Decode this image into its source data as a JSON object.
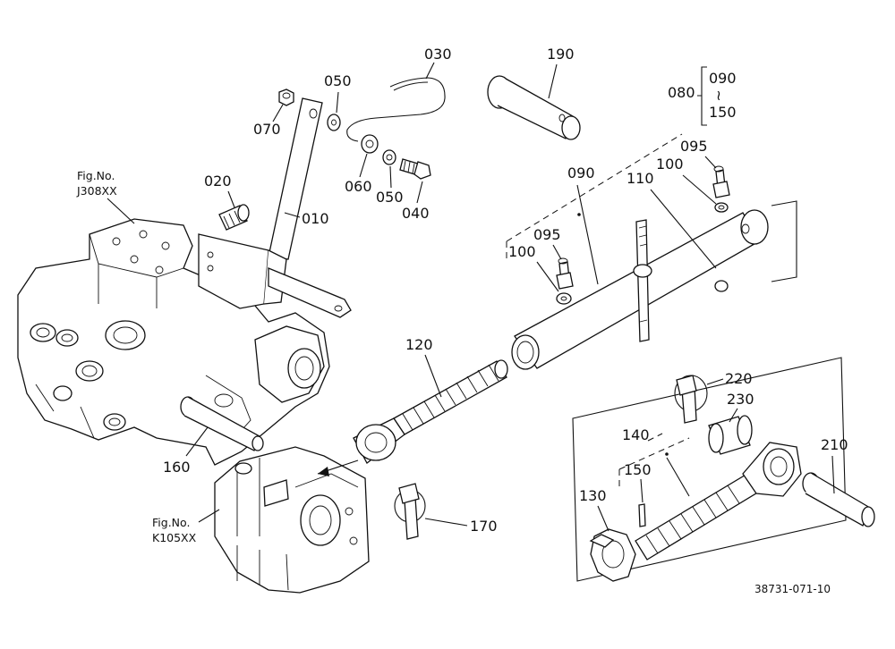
{
  "labels": {
    "p010": "010",
    "p020": "020",
    "p030": "030",
    "p040": "040",
    "p050a": "050",
    "p050b": "050",
    "p060": "060",
    "p070": "070",
    "p080": "080",
    "p090a": "090",
    "p090b": "090",
    "p095a": "095",
    "p095b": "095",
    "p100a": "100",
    "p100b": "100",
    "p110": "110",
    "p120": "120",
    "p130": "130",
    "p140": "140",
    "p150a": "150",
    "p150b": "150",
    "p160": "160",
    "p170": "170",
    "p190": "190",
    "p210": "210",
    "p220": "220",
    "p230": "230",
    "tilde": "≀"
  },
  "figrefs": {
    "fig_label_1": "Fig.No.",
    "fig_code_1": "J308XX",
    "fig_label_2": "Fig.No.",
    "fig_code_2": "K105XX"
  },
  "drawing_number": "38731-071-10"
}
